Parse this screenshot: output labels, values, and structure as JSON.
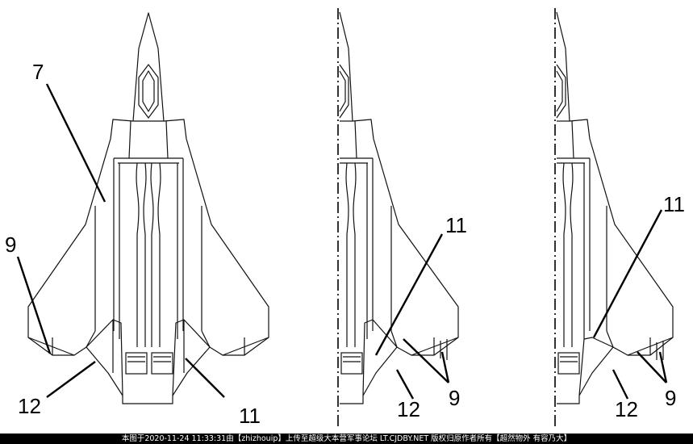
{
  "figure": {
    "views": [
      {
        "name": "full-view",
        "callouts": [
          "7",
          "9",
          "12",
          "11"
        ]
      },
      {
        "name": "half-view-middle",
        "callouts": [
          "11",
          "12",
          "9"
        ]
      },
      {
        "name": "half-view-right",
        "callouts": [
          "11",
          "12",
          "9"
        ]
      }
    ]
  },
  "watermark": {
    "text": "本图于2020-11-24 11:33:31由【zhizhouip】上传至超级大本营军事论坛 LT.CJDBY.NET 版权归原作者所有【超然物外 有容乃大】"
  }
}
